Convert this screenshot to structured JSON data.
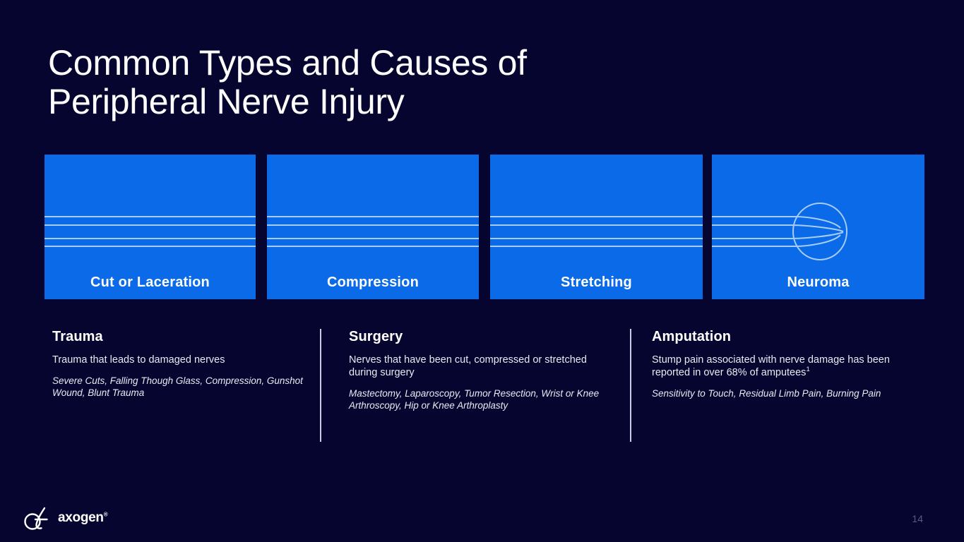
{
  "slide": {
    "title": "Common Types and Causes of\nPeripheral Nerve Injury",
    "page_number": "14",
    "background_color": "#050530",
    "accent_color": "#0a6ae8",
    "fiber_color": "#a7cdf7"
  },
  "cards": [
    {
      "label": "Cut or Laceration",
      "graphic": "nerve-fibers-straight"
    },
    {
      "label": "Compression",
      "graphic": "nerve-fibers-straight"
    },
    {
      "label": "Stretching",
      "graphic": "nerve-fibers-straight"
    },
    {
      "label": "Neuroma",
      "graphic": "nerve-fibers-bulb"
    }
  ],
  "columns": [
    {
      "heading": "Trauma",
      "body": "Trauma that leads to damaged nerves",
      "examples": "Severe Cuts, Falling Though Glass, Compression, Gunshot Wound, Blunt Trauma"
    },
    {
      "heading": "Surgery",
      "body": "Nerves that have been cut, compressed or stretched during surgery",
      "examples": "Mastectomy, Laparoscopy, Tumor Resection, Wrist or Knee Arthroscopy, Hip or Knee Arthroplasty"
    },
    {
      "heading": "Amputation",
      "body": "Stump pain associated with nerve damage has been reported in over 68% of amputees",
      "body_footnote": "1",
      "examples": "Sensitivity to Touch, Residual Limb Pain, Burning Pain"
    }
  ],
  "footer": {
    "logo_word": "axogen",
    "logo_trademark": "®"
  }
}
